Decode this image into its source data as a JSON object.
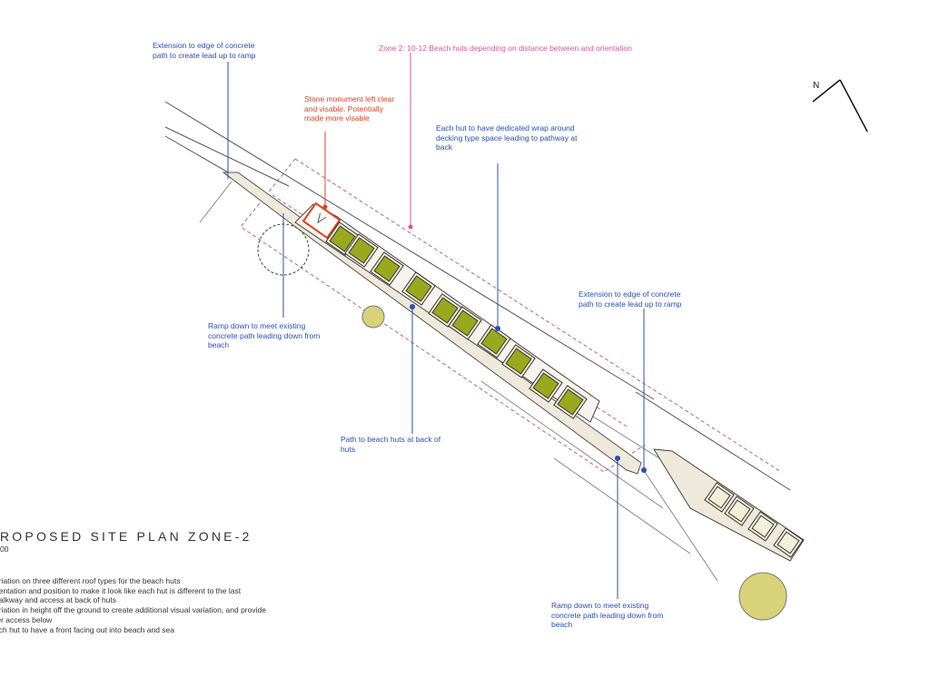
{
  "annotations": {
    "extension_top": "Extension to edge of concrete path to create lead up to ramp",
    "zone": "Zone 2: 10-12 Beach huts depending on distance between and orientation",
    "monument": "Stone monument left clear and visable. Potentially made more visable",
    "wrap_decking": "Each hut to have dedicated wrap around decking type space leading to pathway at back",
    "ramp_left": "Ramp down to meet existing concrete path leading down from beach",
    "extension_right": "Extension to edge of concrete path to create lead up to ramp",
    "path_back": "Path to beach huts at back of huts",
    "ramp_right": "Ramp down to meet existing concrete path leading down from beach"
  },
  "title": "ROPOSED SITE PLAN ZONE-2",
  "scale": "00",
  "notes": [
    "ariation on three different roof types for the beach huts",
    "rientation and position to make it look like each hut is different to the last",
    "Valkway and access at back of huts",
    "ariation in height off the ground to create additional visual variation, and provide",
    "ter access below",
    "ach hut to have a front facing out into beach and sea"
  ],
  "north_label": "N",
  "colors": {
    "hut": "#9aa81e",
    "path": "#efe9dc",
    "blue": "#2a4fb5",
    "red": "#d9432a",
    "pink": "#d6589b"
  }
}
